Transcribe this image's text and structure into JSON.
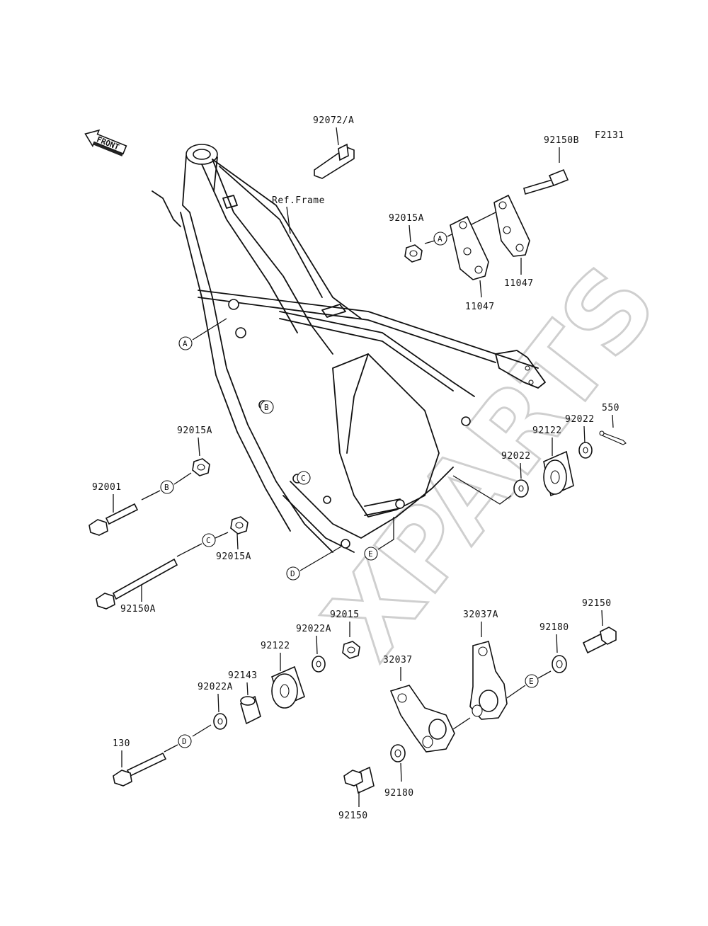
{
  "figure_code": "F2131",
  "front_label": "FRONT",
  "watermark": "XPARTS",
  "frame_label": "Ref.Frame",
  "labels": {
    "p92072A": "92072/A",
    "p92150B": "92150B",
    "p92015A_top": "92015A",
    "p11047_a": "11047",
    "p11047_b": "11047",
    "p550": "550",
    "p92022_a": "92022",
    "p92122_a": "92122",
    "p92022_b": "92022",
    "p92015A_b": "92015A",
    "p92001": "92001",
    "p92015A_c": "92015A",
    "p92150A": "92150A",
    "p92015": "92015",
    "p92022A_a": "92022A",
    "p92122_b": "92122",
    "p92143": "92143",
    "p92022A_b": "92022A",
    "p130": "130",
    "p32037": "32037",
    "p32037A": "32037A",
    "p92180_a": "92180",
    "p92150_a": "92150",
    "p92180_b": "92180",
    "p92150_b": "92150"
  },
  "callouts": {
    "A": "A",
    "B": "B",
    "C": "C",
    "D": "D",
    "E": "E"
  }
}
